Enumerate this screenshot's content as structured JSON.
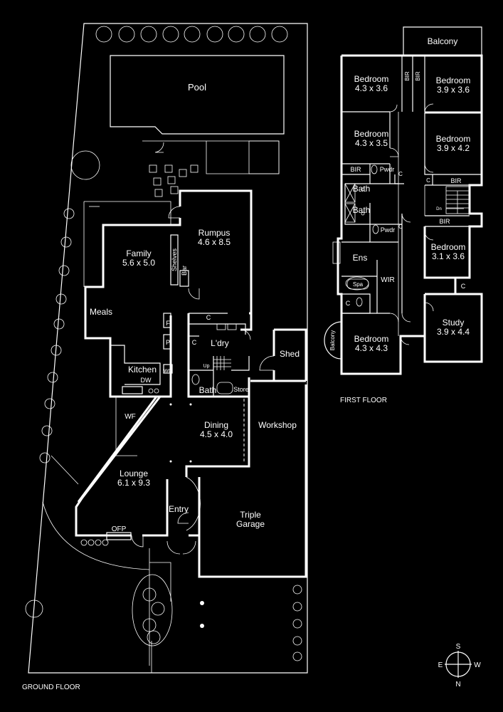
{
  "captions": {
    "ground": "GROUND FLOOR",
    "first": "FIRST FLOOR"
  },
  "compass": {
    "north": "N",
    "south": "S",
    "east": "E",
    "west": "W"
  },
  "ground_rooms": {
    "pool": "Pool",
    "family": {
      "name": "Family",
      "size": "5.6 x 5.0"
    },
    "rumpus": {
      "name": "Rumpus",
      "size": "4.6 x 8.5"
    },
    "shelves": "Shelves",
    "bar": "Bar",
    "meals": "Meals",
    "kitchen": "Kitchen",
    "dw": "DW",
    "wo": "WO",
    "f": "F",
    "p": "P",
    "c1": "C",
    "c2": "C",
    "laundry": "L'dry",
    "up": "Up",
    "bath": "Bath",
    "store": "Store",
    "shed": "Shed",
    "wf": "WF",
    "dining": {
      "name": "Dining",
      "size": "4.5 x 4.0"
    },
    "workshop": "Workshop",
    "lounge": {
      "name": "Lounge",
      "size": "6.1 x 9.3"
    },
    "entry": "Entry",
    "ofp": "OFP",
    "garage": {
      "line1": "Triple",
      "line2": "Garage"
    }
  },
  "first_rooms": {
    "balcony_top": "Balcony",
    "bed1": {
      "name": "Bedroom",
      "size": "4.3 x 3.6"
    },
    "bed2": {
      "name": "Bedroom",
      "size": "3.9 x 3.6"
    },
    "bir_a": "BIR",
    "bir_b": "BIR",
    "bed3": {
      "name": "Bedroom",
      "size": "4.3 x 3.5"
    },
    "bed4": {
      "name": "Bedroom",
      "size": "3.9 x 4.2"
    },
    "bir_c": "BIR",
    "pwdr1": "Pwdr",
    "c_a": "C",
    "c_b": "C",
    "bir_d": "BIR",
    "bath1": "Bath",
    "bath2": "Bath",
    "dn": "Dn",
    "bir_e": "BIR",
    "pwdr2": "Pwdr",
    "c_c": "C",
    "ens": "Ens",
    "bed5": {
      "name": "Bedroom",
      "size": "3.1 x 3.6"
    },
    "spa": "Spa",
    "wir": "WIR",
    "c_d": "C",
    "c_e": "C",
    "study": {
      "name": "Study",
      "size": "3.9 x 4.4"
    },
    "balcony_side": "Balcony",
    "bed6": {
      "name": "Bedroom",
      "size": "4.3 x 4.3"
    }
  }
}
